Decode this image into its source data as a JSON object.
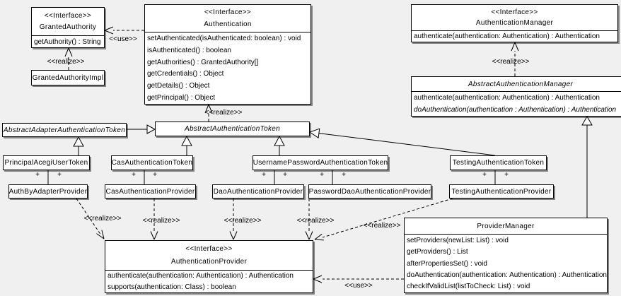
{
  "labels": {
    "use": "<<use>>",
    "realize": "<<realize>>",
    "plus": "+"
  },
  "stereotype_interface": "<<Interface>>",
  "colors": {
    "background": "#f0f0f0",
    "box_fill": "#ffffff",
    "line": "#000000",
    "shadow": "#808080"
  },
  "classes": [
    {
      "stereotype": "<<Interface>>",
      "name": "GrantedAuthority",
      "methods": [
        "getAuthority() : String"
      ]
    },
    {
      "name": "GrantedAuthorityImpl"
    },
    {
      "stereotype": "<<Interface>>",
      "name": "Authentication",
      "methods": [
        "setAuthenticated(isAuthenticated: boolean) : void",
        "isAuthenticated() : boolean",
        "getAuthorities() : GrantedAuthority[]",
        "getCredentials() : Object",
        "getDetails() : Object",
        "getPrincipal() : Object"
      ]
    },
    {
      "stereotype": "<<Interface>>",
      "name": "AuthenticationManager",
      "methods": [
        "authenticate(authentication: Authentication) : Authentication"
      ]
    },
    {
      "name": "AbstractAuthenticationManager",
      "abstract": true,
      "methods": [
        "authenticate(authentication: Authentication) : Authentication",
        "doAuthentication(authentication : Authentication) : Authentication"
      ]
    },
    {
      "name": "AbstractAdapterAuthenticationToken",
      "abstract": true
    },
    {
      "name": "AbstractAuthenticationToken",
      "abstract": true
    },
    {
      "name": "PrincipalAcegiUserToken"
    },
    {
      "name": "CasAuthenticationToken"
    },
    {
      "name": "UsernamePasswordAuthenticationToken"
    },
    {
      "name": "TestingAuthenticationToken"
    },
    {
      "name": "AuthByAdapterProvider"
    },
    {
      "name": "CasAuthenticationProvider"
    },
    {
      "name": "DaoAuthenticationProvider"
    },
    {
      "name": "PasswordDaoAuthenticationProvider"
    },
    {
      "name": "TestingAuthenticationProvider"
    },
    {
      "name": "ProviderManager",
      "methods": [
        "setProviders(newList: List) : void",
        "getProviders() : List",
        "afterPropertiesSet() : void",
        "doAuthentication(authentication: Authentication) : Authentication",
        "checkIfValidList(listToCheck: List) : void"
      ]
    },
    {
      "stereotype": "<<Interface>>",
      "name": "AuthenticationProvider",
      "methods": [
        "authenticate(authentication: Authentication) : Authentication",
        "supports(authentication: Class) : boolean"
      ]
    }
  ],
  "relationships": [
    {
      "from": "GrantedAuthorityImpl",
      "to": "GrantedAuthority",
      "type": "realize"
    },
    {
      "from": "Authentication",
      "to": "GrantedAuthority",
      "type": "use"
    },
    {
      "from": "AbstractAuthenticationToken",
      "to": "Authentication",
      "type": "realize"
    },
    {
      "from": "AbstractAuthenticationManager",
      "to": "AuthenticationManager",
      "type": "realize"
    },
    {
      "from": "AbstractAdapterAuthenticationToken",
      "to": "AbstractAuthenticationToken",
      "type": "generalization"
    },
    {
      "from": "PrincipalAcegiUserToken",
      "to": "AbstractAdapterAuthenticationToken",
      "type": "generalization"
    },
    {
      "from": "CasAuthenticationToken",
      "to": "AbstractAuthenticationToken",
      "type": "generalization"
    },
    {
      "from": "UsernamePasswordAuthenticationToken",
      "to": "AbstractAuthenticationToken",
      "type": "generalization"
    },
    {
      "from": "TestingAuthenticationToken",
      "to": "AbstractAuthenticationToken",
      "type": "generalization"
    },
    {
      "from": "ProviderManager",
      "to": "AbstractAuthenticationManager",
      "type": "generalization"
    },
    {
      "from": "PrincipalAcegiUserToken",
      "to": "AuthByAdapterProvider",
      "type": "association"
    },
    {
      "from": "CasAuthenticationToken",
      "to": "CasAuthenticationProvider",
      "type": "association"
    },
    {
      "from": "UsernamePasswordAuthenticationToken",
      "to": "DaoAuthenticationProvider",
      "type": "association"
    },
    {
      "from": "UsernamePasswordAuthenticationToken",
      "to": "PasswordDaoAuthenticationProvider",
      "type": "association"
    },
    {
      "from": "TestingAuthenticationToken",
      "to": "TestingAuthenticationProvider",
      "type": "association"
    },
    {
      "from": "AuthByAdapterProvider",
      "to": "AuthenticationProvider",
      "type": "realize"
    },
    {
      "from": "CasAuthenticationProvider",
      "to": "AuthenticationProvider",
      "type": "realize"
    },
    {
      "from": "DaoAuthenticationProvider",
      "to": "AuthenticationProvider",
      "type": "realize"
    },
    {
      "from": "PasswordDaoAuthenticationProvider",
      "to": "AuthenticationProvider",
      "type": "realize"
    },
    {
      "from": "TestingAuthenticationProvider",
      "to": "AuthenticationProvider",
      "type": "realize"
    },
    {
      "from": "ProviderManager",
      "to": "AuthenticationProvider",
      "type": "use"
    }
  ]
}
